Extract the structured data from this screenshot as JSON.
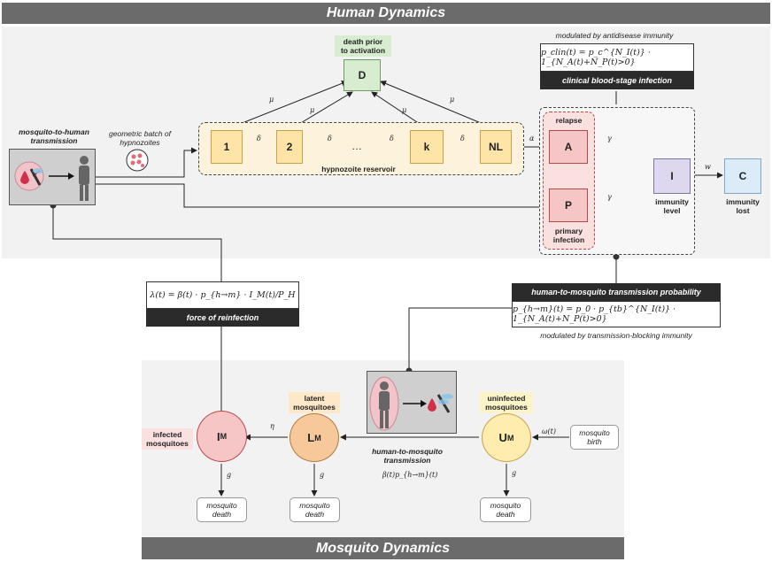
{
  "banners": {
    "human": "Human Dynamics",
    "mosquito": "Mosquito Dynamics"
  },
  "death_prior": {
    "title": "death prior\nto activation",
    "node": "D"
  },
  "hypnozoite": {
    "nodes": [
      "1",
      "2",
      "…",
      "k",
      "NL"
    ],
    "reservoir_label": "hypnozoite reservoir",
    "delta": "δ",
    "mu": "μ"
  },
  "mosquito_to_human": {
    "label": "mosquito-to-human\ntransmission"
  },
  "geometric_batch": {
    "label": "geometric batch of\nhypnozoites"
  },
  "clinical": {
    "modulated": "modulated by antidisease immunity",
    "formula": "p_clin(t) = p_c^{N_I(t)} · 1_{N_A(t)+N_P(t)>0}",
    "bar": "clinical blood-stage infection"
  },
  "infection": {
    "alpha": "α",
    "gamma": "γ",
    "relapse_label": "relapse",
    "relapse_node": "A",
    "primary_node": "P",
    "primary_label": "primary\ninfection"
  },
  "immunity": {
    "node": "I",
    "label": "immunity\nlevel",
    "w": "w",
    "lost_node": "C",
    "lost_label": "immunity\nlost"
  },
  "h2m_prob": {
    "bar": "human-to-mosquito transmission probability",
    "formula": "p_{h→m}(t) = p_0 · p_{tb}^{N_I(t)} · 1_{N_A(t)+N_P(t)>0}",
    "modulated": "modulated by transmission-blocking immunity"
  },
  "reinfection": {
    "formula": "λ(t) = β(t) · p_{h→m} · I_M(t)/P_H",
    "bar": "force of reinfection"
  },
  "mosquito": {
    "infected_label": "infected\nmosquitoes",
    "infected_node": "I",
    "latent_label": "latent\nmosquitoes",
    "latent_node": "L",
    "uninfected_label": "uninfected\nmosquitoes",
    "uninfected_node": "U",
    "sub": "M",
    "eta": "η",
    "omega": "ω(t)",
    "birth": "mosquito\nbirth",
    "death": "mosquito\ndeath",
    "g": "g",
    "h2m_label": "human-to-mosquito\ntransmission",
    "h2m_rate": "β(t)p_{h→m}(t)"
  },
  "colors": {
    "banner": "#6b6b6b",
    "panel": "#f2f2f2",
    "yellow": "#ffe4a8",
    "red": "#f6c6c6",
    "green": "#d8ecd0",
    "purple": "#ddd8ee",
    "blue": "#dcebf8"
  }
}
